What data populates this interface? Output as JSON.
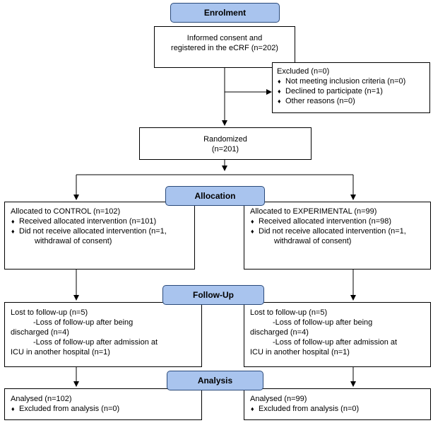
{
  "stages": {
    "enrolment": "Enrolment",
    "allocation": "Allocation",
    "followup": "Follow-Up",
    "analysis": "Analysis"
  },
  "consent": {
    "line1": "Informed consent and",
    "line2": "registered in the eCRF (n=202)"
  },
  "excluded": {
    "title": "Excluded (n=0)",
    "items": [
      "Not meeting inclusion criteria (n=0)",
      "Declined to participate (n=1)",
      "Other reasons (n=0)"
    ]
  },
  "randomized": {
    "line1": "Randomized",
    "line2": "(n=201)"
  },
  "control": {
    "allocation": {
      "title": "Allocated to CONTROL (n=102)",
      "received": "Received allocated intervention (n=101)",
      "not_received_1": "Did not receive allocated intervention  (n=1,",
      "not_received_2": "withdrawal of consent)"
    },
    "followup": {
      "title": "Lost to follow-up (n=5)",
      "line2": "-Loss of follow-up after being",
      "line3": "discharged (n=4)",
      "line4": "-Loss of follow-up after admission at",
      "line5": "ICU in another hospital  (n=1)"
    },
    "analysis": {
      "title": "Analysed (n=102)",
      "excluded": "Excluded from analysis (n=0)"
    }
  },
  "experimental": {
    "allocation": {
      "title": "Allocated to EXPERIMENTAL (n=99)",
      "received": "Received allocated intervention (n=98)",
      "not_received_1": "Did not receive allocated intervention  (n=1,",
      "not_received_2": "withdrawal of consent)"
    },
    "followup": {
      "title": "Lost to follow-up (n=5)",
      "line2": "-Loss of follow-up after being",
      "line3": "discharged (n=4)",
      "line4": "-Loss of follow-up after admission at",
      "line5": "ICU in another hospital  (n=1)"
    },
    "analysis": {
      "title": "Analysed (n=99)",
      "excluded": "Excluded from analysis (n=0)"
    }
  },
  "colors": {
    "stage_fill": "#a9c4ee",
    "stage_border": "#2a4a7a",
    "line": "#000000"
  }
}
